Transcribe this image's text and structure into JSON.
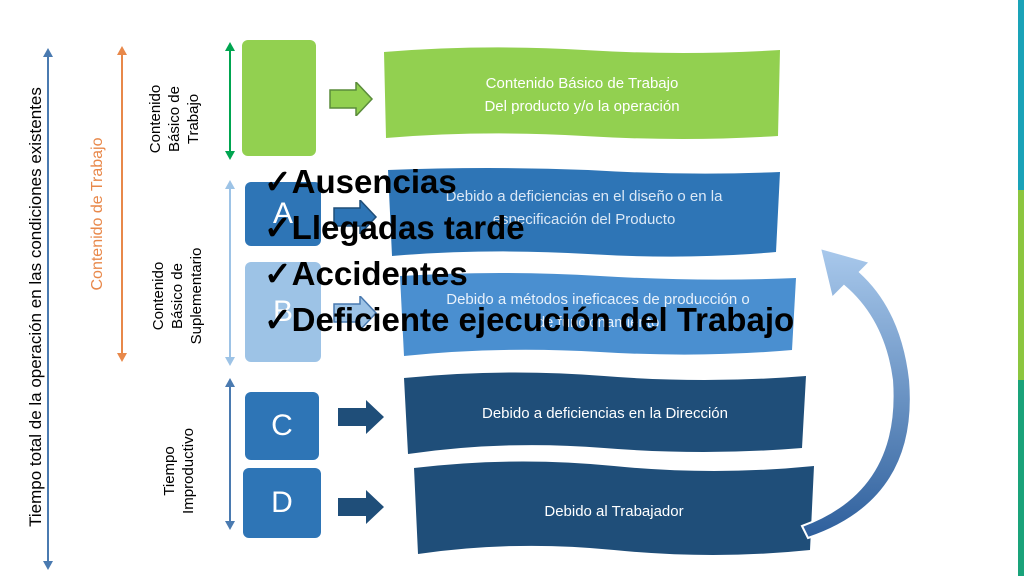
{
  "labels": {
    "total_time": "Tiempo total de la operación en las condiciones existentes",
    "work_content": "Contenido de Trabajo",
    "basic_content_line1": "Contenido",
    "basic_content_line2": "Básico de",
    "basic_content_line3": "Trabajo",
    "supp_line1": "Contenido",
    "supp_line2": "Básico de",
    "supp_line3": "Suplementario",
    "unprod_line1": "Tiempo",
    "unprod_line2": "Improductivo"
  },
  "boxes": {
    "a": "A",
    "b": "B",
    "c": "C",
    "d": "D"
  },
  "banners": {
    "basic_line1": "Contenido  Básico de Trabajo",
    "basic_line2": "Del producto y/o la operación",
    "a_line1": "Debido a deficiencias en el diseño o en la",
    "a_line2": "especificación del Producto",
    "b_line1": "Debido a métodos ineficaces de producción o",
    "b_line2": "de funcionamiento",
    "c": "Debido a deficiencias en la Dirección",
    "d": "Debido al Trabajador"
  },
  "checklist": [
    "Ausencias",
    "Llegadas tarde",
    "Accidentes",
    "Deficiente ejecución del Trabajo"
  ],
  "colors": {
    "green": "#92d050",
    "green_dark": "#00a550",
    "orange": "#e8884a",
    "blue_a": "#2e75b6",
    "blue_b": "#9dc3e6",
    "navy": "#1f4e79",
    "arrow_left": "#4a7ab0"
  }
}
